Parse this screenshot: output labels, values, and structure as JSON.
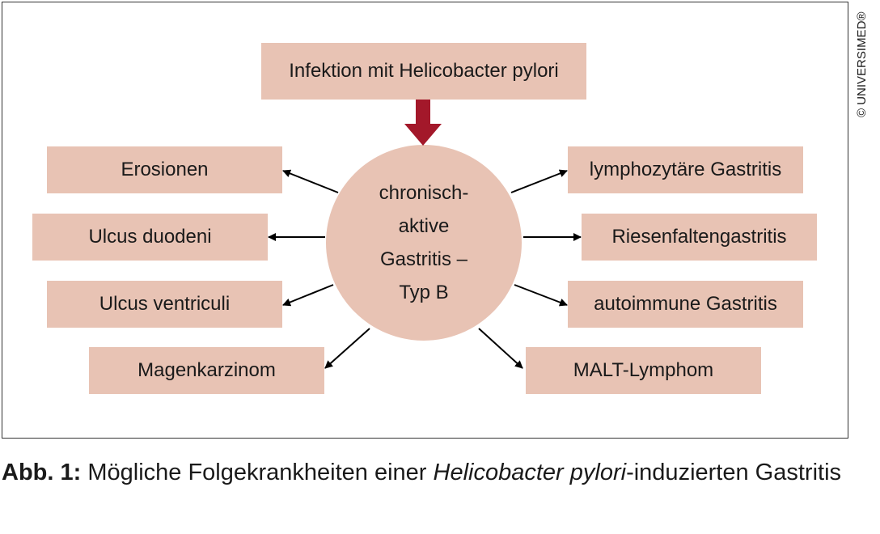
{
  "top_box": "Infektion mit Helicobacter pylori",
  "center_lines": [
    "chronisch-",
    "aktive",
    "Gastritis –",
    "Typ B"
  ],
  "left_boxes": [
    "Erosionen",
    "Ulcus duodeni",
    "Ulcus ventriculi",
    "Magenkarzinom"
  ],
  "right_boxes": [
    "lymphozytäre Gastritis",
    "Riesenfaltengastritis",
    "autoimmune Gastritis",
    "MALT-Lymphom"
  ],
  "copyright": "© UNIVERSIMED®",
  "caption": {
    "label": "Abb. 1:",
    "text_before": " Mögliche Folgekrankheiten einer ",
    "text_italic": "Helicobacter pylori",
    "text_after": "-induzierten Gastritis"
  },
  "colors": {
    "box_fill": "#e8c3b4",
    "main_arrow": "#a3182a",
    "arrow": "#000000"
  }
}
